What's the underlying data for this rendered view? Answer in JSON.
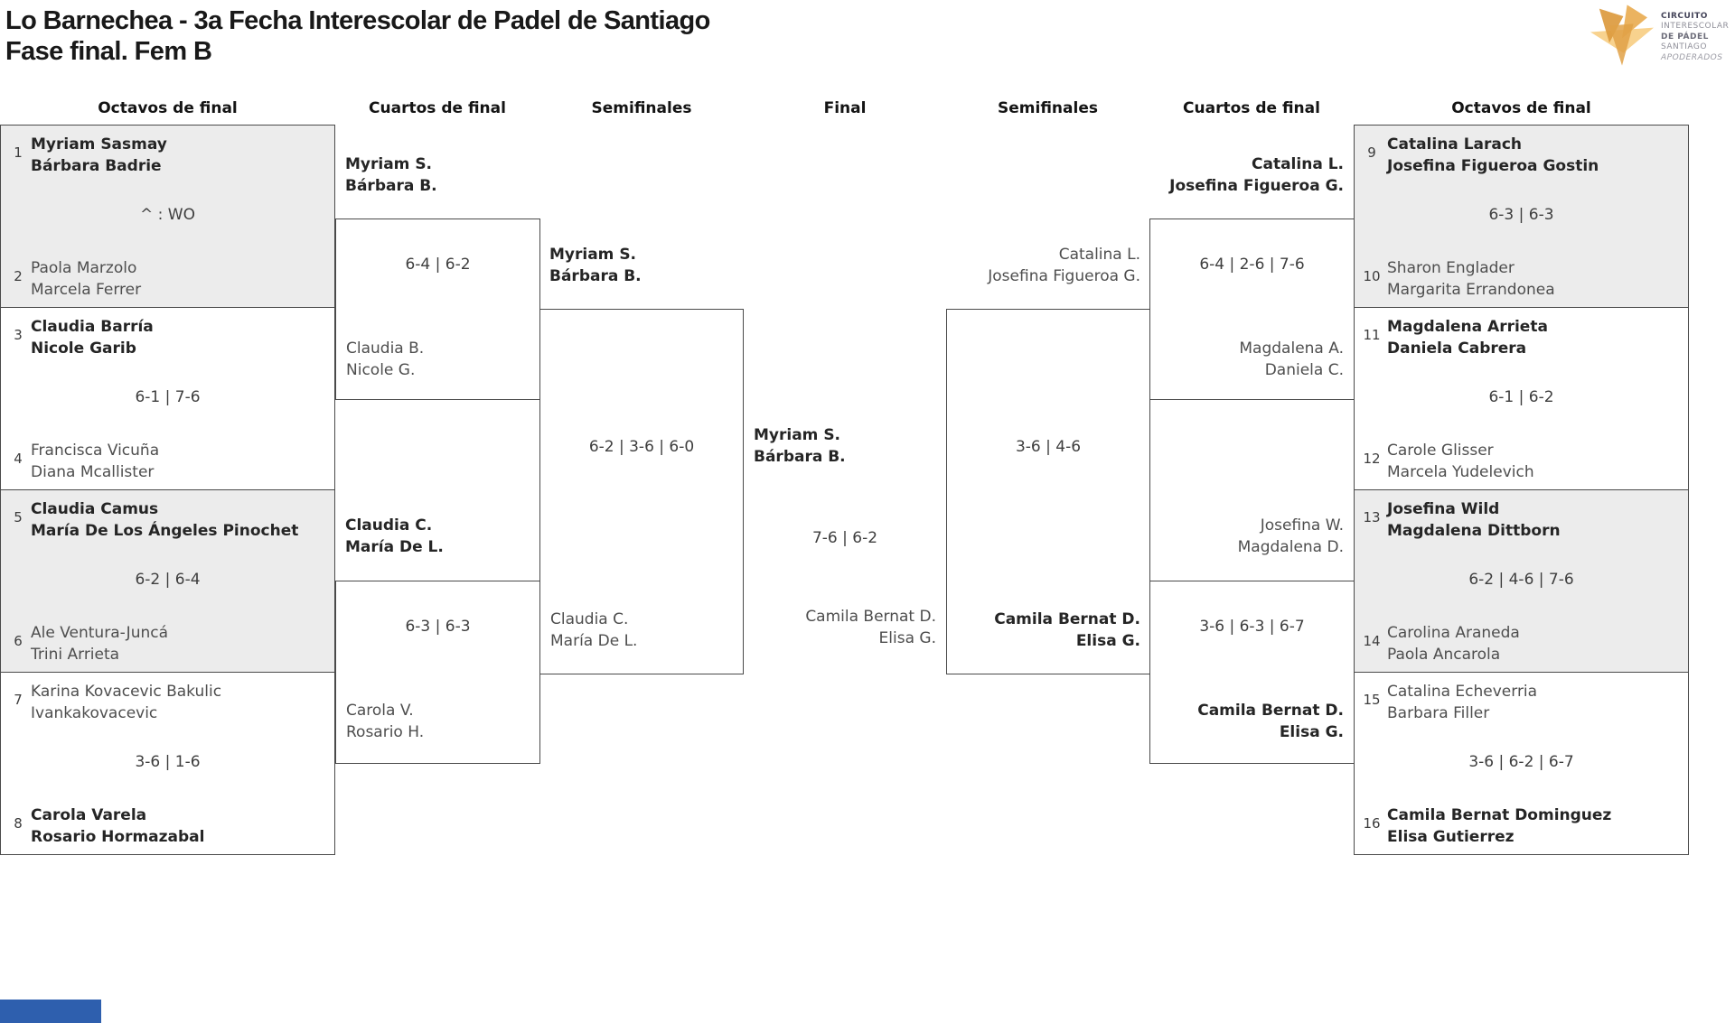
{
  "title": {
    "line1": "Lo Barnechea - 3a Fecha Interescolar de Padel de Santiago",
    "line2": "Fase final. Fem B"
  },
  "logo": {
    "line1": "CIRCUITO",
    "line2": "INTERESCOLAR",
    "line3": "DE PÁDEL",
    "line4": "SANTIAGO",
    "line5": "APODERADOS"
  },
  "round_headers": {
    "oct_left": "Octavos de final",
    "qf_left": "Cuartos de final",
    "sf_left": "Semifinales",
    "final": "Final",
    "sf_right": "Semifinales",
    "qf_right": "Cuartos de final",
    "oct_right": "Octavos de final"
  },
  "oct_left": [
    {
      "seed_top": "1",
      "top1": "Myriam Sasmay",
      "top2": "Bárbara Badrie",
      "score": "^ : WO",
      "seed_bot": "2",
      "bot1": "Paola Marzolo",
      "bot2": "Marcela Ferrer"
    },
    {
      "seed_top": "3",
      "top1": "Claudia Barría",
      "top2": "Nicole Garib",
      "score": "6-1 | 7-6",
      "seed_bot": "4",
      "bot1": "Francisca Vicuña",
      "bot2": "Diana Mcallister"
    },
    {
      "seed_top": "5",
      "top1": "Claudia Camus",
      "top2": "María De Los Ángeles Pinochet",
      "score": "6-2 | 6-4",
      "seed_bot": "6",
      "bot1": "Ale Ventura-Juncá",
      "bot2": "Trini Arrieta"
    },
    {
      "seed_top": "7",
      "top1": "Karina Kovacevic Bakulic",
      "top2": "Ivankakovacevic",
      "score": "3-6 | 1-6",
      "seed_bot": "8",
      "bot1": "Carola Varela",
      "bot2": "Rosario Hormazabal"
    }
  ],
  "qf_left": [
    {
      "winner1": "Myriam S.",
      "winner2": "Bárbara B.",
      "score": "6-4 | 6-2",
      "loser1": "Claudia B.",
      "loser2": "Nicole G."
    },
    {
      "winner1": "Claudia C.",
      "winner2": "María De L.",
      "score": "6-3 | 6-3",
      "loser1": "Carola V.",
      "loser2": "Rosario H."
    }
  ],
  "sf_left": {
    "winner1": "Myriam S.",
    "winner2": "Bárbara B.",
    "score": "6-2 | 3-6 | 6-0",
    "loser1": "Claudia C.",
    "loser2": "María De L."
  },
  "final": {
    "winner1": "Myriam S.",
    "winner2": "Bárbara B.",
    "score": "7-6 | 6-2",
    "runnerup1": "Camila Bernat D.",
    "runnerup2": "Elisa G."
  },
  "sf_right": {
    "top1": "Catalina L.",
    "top2": "Josefina Figueroa G.",
    "score": "3-6 | 4-6",
    "winner1": "Camila Bernat D.",
    "winner2": "Elisa G."
  },
  "qf_right": [
    {
      "winner1": "Catalina L.",
      "winner2": "Josefina Figueroa G.",
      "score": "6-4 | 2-6 | 7-6",
      "loser1": "Magdalena A.",
      "loser2": "Daniela C."
    },
    {
      "top1": "Josefina W.",
      "top2": "Magdalena D.",
      "score": "3-6 | 6-3 | 6-7",
      "winner1": "Camila Bernat D.",
      "winner2": "Elisa G."
    }
  ],
  "oct_right": [
    {
      "seed_top": "9",
      "top1": "Catalina Larach",
      "top2": "Josefina Figueroa Gostin",
      "score": "6-3 | 6-3",
      "seed_bot": "10",
      "bot1": "Sharon Englader",
      "bot2": "Margarita Errandonea"
    },
    {
      "seed_top": "11",
      "top1": "Magdalena Arrieta",
      "top2": "Daniela Cabrera",
      "score": "6-1 | 6-2",
      "seed_bot": "12",
      "bot1": "Carole Glisser",
      "bot2": "Marcela Yudelevich"
    },
    {
      "seed_top": "13",
      "top1": "Josefina Wild",
      "top2": "Magdalena Dittborn",
      "score": "6-2 | 4-6 | 7-6",
      "seed_bot": "14",
      "bot1": "Carolina Araneda",
      "bot2": "Paola Ancarola"
    },
    {
      "seed_top": "15",
      "top1": "Catalina Echeverria",
      "top2": "Barbara Filler",
      "score": "3-6 | 6-2 | 6-7",
      "seed_bot": "16",
      "bot1": "Camila Bernat Dominguez",
      "bot2": "Elisa Gutierrez"
    }
  ],
  "colors": {
    "logo_orange_dark": "#dc9a3e",
    "logo_orange_mid": "#e9ad52",
    "logo_orange_light": "#f8d28e",
    "shaded_box": "#ececec",
    "border": "#4a4a4a",
    "bottom_bar_blue": "#2e5fae"
  }
}
